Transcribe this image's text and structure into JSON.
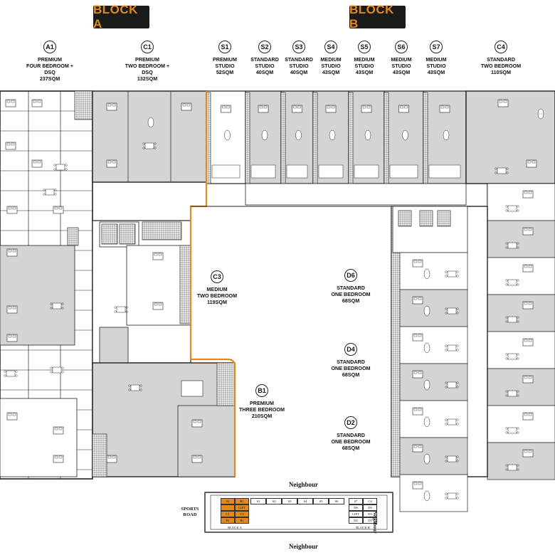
{
  "block_a": {
    "label": "BLOCK A"
  },
  "block_b": {
    "label": "BLOCK B"
  },
  "top_units": [
    {
      "code": "A1",
      "l1": "PREMIUM",
      "l2": "FOUR BEDROOM + DSQ",
      "size": "237sqm"
    },
    {
      "code": "C1",
      "l1": "PREMIUM",
      "l2": "TWO BEDROOM + DSQ",
      "size": "132sqm"
    },
    {
      "code": "S1",
      "l1": "PREMIUM",
      "l2": "STUDIO",
      "size": "52sqm"
    },
    {
      "code": "S2",
      "l1": "STANDARD",
      "l2": "STUDIO",
      "size": "40sqm"
    },
    {
      "code": "S3",
      "l1": "STANDARD",
      "l2": "STUDIO",
      "size": "40sqm"
    },
    {
      "code": "S4",
      "l1": "MEDIUM",
      "l2": "STUDIO",
      "size": "43sqm"
    },
    {
      "code": "S5",
      "l1": "MEDIUM",
      "l2": "STUDIO",
      "size": "43sqm"
    },
    {
      "code": "S6",
      "l1": "MEDIUM",
      "l2": "STUDIO",
      "size": "43Sqm"
    },
    {
      "code": "S7",
      "l1": "MEDIUM",
      "l2": "STUDIO",
      "size": "43sqm"
    },
    {
      "code": "C4",
      "l1": "STANDARD",
      "l2": "TWO BEDROOM",
      "size": "110sqm"
    }
  ],
  "inner_units": [
    {
      "code": "C3",
      "l1": "MEDIUM",
      "l2": "TWO BEDROOM",
      "size": "119sqm"
    },
    {
      "code": "B1",
      "l1": "PREMIUM",
      "l2": "THREE BEDROOM",
      "size": "210sqm"
    },
    {
      "code": "D6",
      "l1": "STANDARD",
      "l2": "ONE BEDROOM",
      "size": "68sqm"
    },
    {
      "code": "D4",
      "l1": "STANDARD",
      "l2": "ONE BEDROOM",
      "size": "68sqm"
    },
    {
      "code": "D2",
      "l1": "STANDARD",
      "l2": "ONE BEDROOM",
      "size": "68sqm"
    }
  ],
  "edges": {
    "neighbour_top": "Neighbour",
    "neighbour_bottom": "Neighbour",
    "sports_road": "SPORTS ROAD",
    "right_edge": "Neighbour"
  },
  "key_plan": {
    "block_a_cells": [
      "A1",
      "B1",
      "LIFT",
      "C1",
      "C3",
      "B1",
      "B1"
    ],
    "top_row": [
      "S1",
      "S2",
      "S3",
      "S4",
      "S5",
      "S6"
    ],
    "block_b_cells": [
      "S7",
      "C4",
      "D6",
      "D5",
      "LIFT",
      "D3",
      "D2",
      "D1"
    ],
    "block_a_label": "BLOCK A",
    "block_b_label": "BLOCK B"
  },
  "colors": {
    "accent": "#e08a1e",
    "title_bg": "#1b1b1b",
    "unit_fill": "#d4d4d4",
    "wall": "#222222"
  }
}
